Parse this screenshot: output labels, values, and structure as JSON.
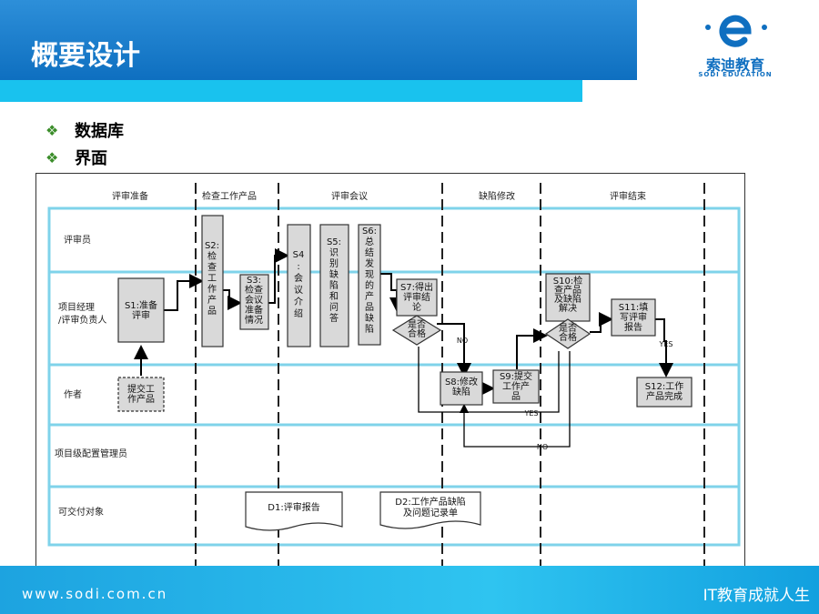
{
  "header": {
    "title": "概要设计",
    "logo_name": "索迪教育",
    "logo_sub": "SODI EDUCATION"
  },
  "bullets": [
    "数据库",
    "界面"
  ],
  "footer": {
    "url": "www.sodi.com.cn",
    "slogan": "IT教育成就人生"
  },
  "diagram": {
    "phases": [
      "评审准备",
      "检查工作产品",
      "评审会议",
      "缺陷修改",
      "评审结束"
    ],
    "lanes": [
      "评审员",
      "项目经理\n/评审负责人",
      "作者",
      "项目级配置管理员",
      "可交付对象"
    ],
    "nodes": {
      "prep_product": "提交工\n作产品",
      "s1": "S1:准备\n评审",
      "s2": "S2:\n检\n查\n工\n作\n产\n品",
      "s3": "S3:\n检查\n会议\n准备\n情况",
      "s4": "S4\n:\n会\n议\n介\n绍",
      "s5": "S5:\n识\n别\n缺\n陷\n和\n问\n答",
      "s6": "S6:\n总\n结\n发\n现\n的\n产\n品\n缺\n陷",
      "s7": "S7:得出\n评审结\n论",
      "d1": "是否\n合格",
      "s8": "S8:修改\n缺陷",
      "s9": "S9:提交\n工作产\n品",
      "s10": "S10:检\n查产品\n及缺陷\n解决",
      "d2": "是否\n合格",
      "s11": "S11:填\n写评审\n报告",
      "s12": "S12:工作\n产品完成",
      "doc1": "D1:评审报告",
      "doc2": "D2:工作产品缺陷\n及问题记录单"
    },
    "labels": {
      "no1": "NO",
      "yes1": "YES",
      "no2": "NO",
      "yes2": "YES"
    }
  }
}
